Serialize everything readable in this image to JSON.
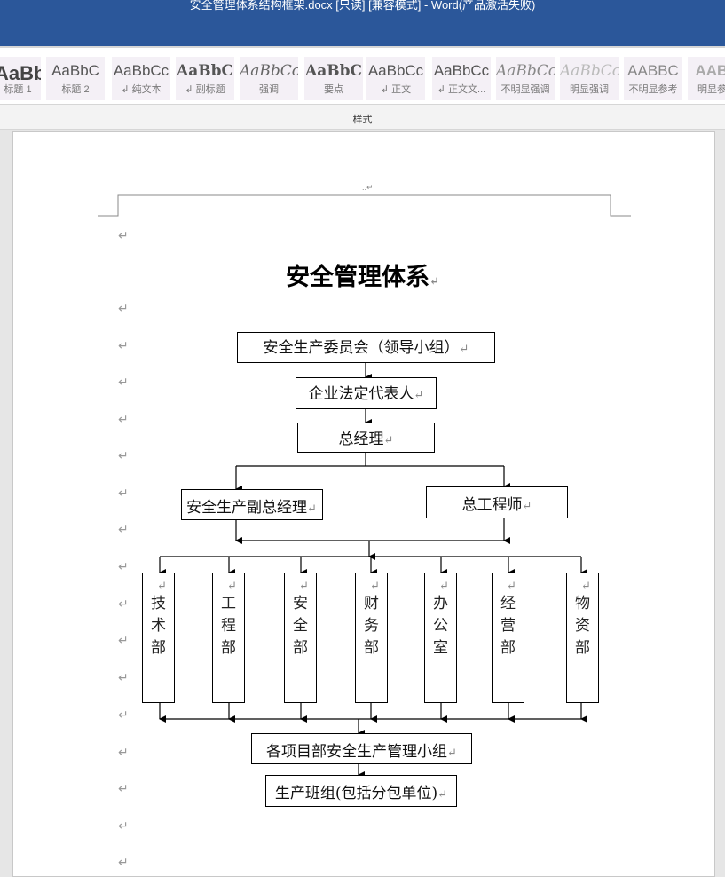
{
  "window": {
    "title": "安全管理体系结构框架.docx [只读] [兼容模式]  -  Word(产品激活失败)"
  },
  "ribbon": {
    "styles": [
      {
        "sample": "AaBb",
        "label": "标题 1"
      },
      {
        "sample": "AaBbC",
        "label": "标题 2"
      },
      {
        "sample": "AaBbCc",
        "label": "↲ 纯文本"
      },
      {
        "sample": "AaBbC",
        "label": "↲ 副标题"
      },
      {
        "sample": "AaBbCc",
        "label": "强调"
      },
      {
        "sample": "AaBbC",
        "label": "要点"
      },
      {
        "sample": "AaBbCc",
        "label": "↲ 正文"
      },
      {
        "sample": "AaBbCc",
        "label": "↲ 正文文..."
      },
      {
        "sample": "AaBbCc",
        "label": "不明显强调"
      },
      {
        "sample": "AaBbCc",
        "label": "明显强调"
      },
      {
        "sample": "AABBC",
        "label": "不明显参考"
      },
      {
        "sample": "AABB",
        "label": "明显参考"
      }
    ],
    "group_label": "样式"
  },
  "document": {
    "header_mark": "..↵",
    "paragraph_mark": "↵",
    "title": "安全管理体系",
    "chart": {
      "committee": "安全生产委员会（领导小组）",
      "legal_rep": "企业法定代表人",
      "gm": "总经理",
      "deputy_gm": "安全生产副总经理",
      "chief_engineer": "总工程师",
      "departments": [
        [
          "技",
          "术",
          "部"
        ],
        [
          "工",
          "程",
          "部"
        ],
        [
          "安",
          "全",
          "部"
        ],
        [
          "财",
          "务",
          "部"
        ],
        [
          "办",
          "公",
          "室"
        ],
        [
          "经",
          "营",
          "部"
        ],
        [
          "物",
          "资",
          "部"
        ]
      ],
      "project_group": "各项目部安全生产管理小组",
      "teams": "生产班组(包括分包单位)"
    }
  }
}
